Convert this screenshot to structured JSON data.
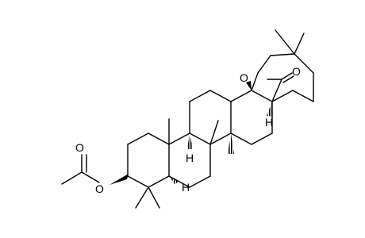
{
  "atoms": {
    "o_ester": "O",
    "o_carbonyl": "O",
    "o_ring": "O",
    "o_lactone": "O",
    "h_1": "H",
    "h_2": "H",
    "h_3": "H"
  }
}
